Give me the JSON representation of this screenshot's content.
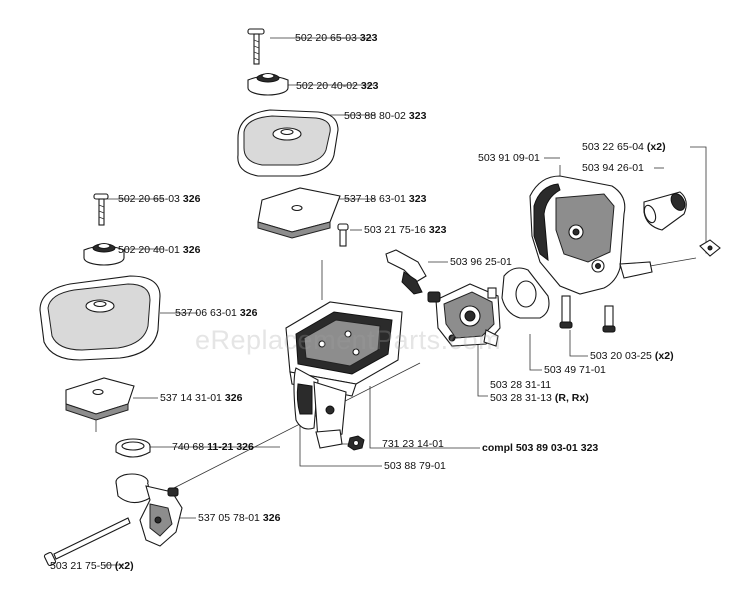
{
  "watermark": "eReplacementParts.com",
  "labels": {
    "screw_top": {
      "number": "502 20 65-03",
      "suffix": "323"
    },
    "knob_top": {
      "number": "502 20 40-02",
      "suffix": "323"
    },
    "filter_cover_323": {
      "number": "503 88 80-02",
      "suffix": "323"
    },
    "filter_323": {
      "number": "537 18 63-01",
      "suffix": "323"
    },
    "screw_left": {
      "number": "502 20 65-03",
      "suffix": "326"
    },
    "small_screw_323": {
      "number": "503 21 75-16",
      "suffix": "323"
    },
    "knob_left": {
      "number": "502 20 40-01",
      "suffix": "326"
    },
    "filter_cover_326": {
      "number": "537 06 63-01",
      "suffix": "326"
    },
    "filter_326": {
      "number": "537 14 31-01",
      "suffix": "326"
    },
    "seal_ring": {
      "number": "740 68",
      "suffix": "11-21 326"
    },
    "intake_manifold": {
      "number": "537 05 78-01",
      "suffix": "326"
    },
    "long_screw": {
      "number": "503 21 75-50",
      "suffix": "(x2)"
    },
    "nut": {
      "number": "731 23 14-01",
      "suffix": ""
    },
    "air_box": {
      "number": "503 88 79-01",
      "suffix": ""
    },
    "compl": {
      "number": "compl 503 89 03-01",
      "suffix": "323"
    },
    "clip": {
      "number": "503 96 25-01",
      "suffix": ""
    },
    "carb_a": {
      "number": "503 28 31-11",
      "suffix": ""
    },
    "carb_b": {
      "number": "503 28 31-13",
      "suffix": "(R, Rx)"
    },
    "gasket": {
      "number": "503 49 71-01",
      "suffix": ""
    },
    "screws_x2": {
      "number": "503 20 03-25",
      "suffix": "(x2)"
    },
    "bracket": {
      "number": "503 91 09-01",
      "suffix": ""
    },
    "cover_x2": {
      "number": "503 22 65-04",
      "suffix": "(x2)"
    },
    "sleeve": {
      "number": "503 94 26-01",
      "suffix": ""
    }
  }
}
